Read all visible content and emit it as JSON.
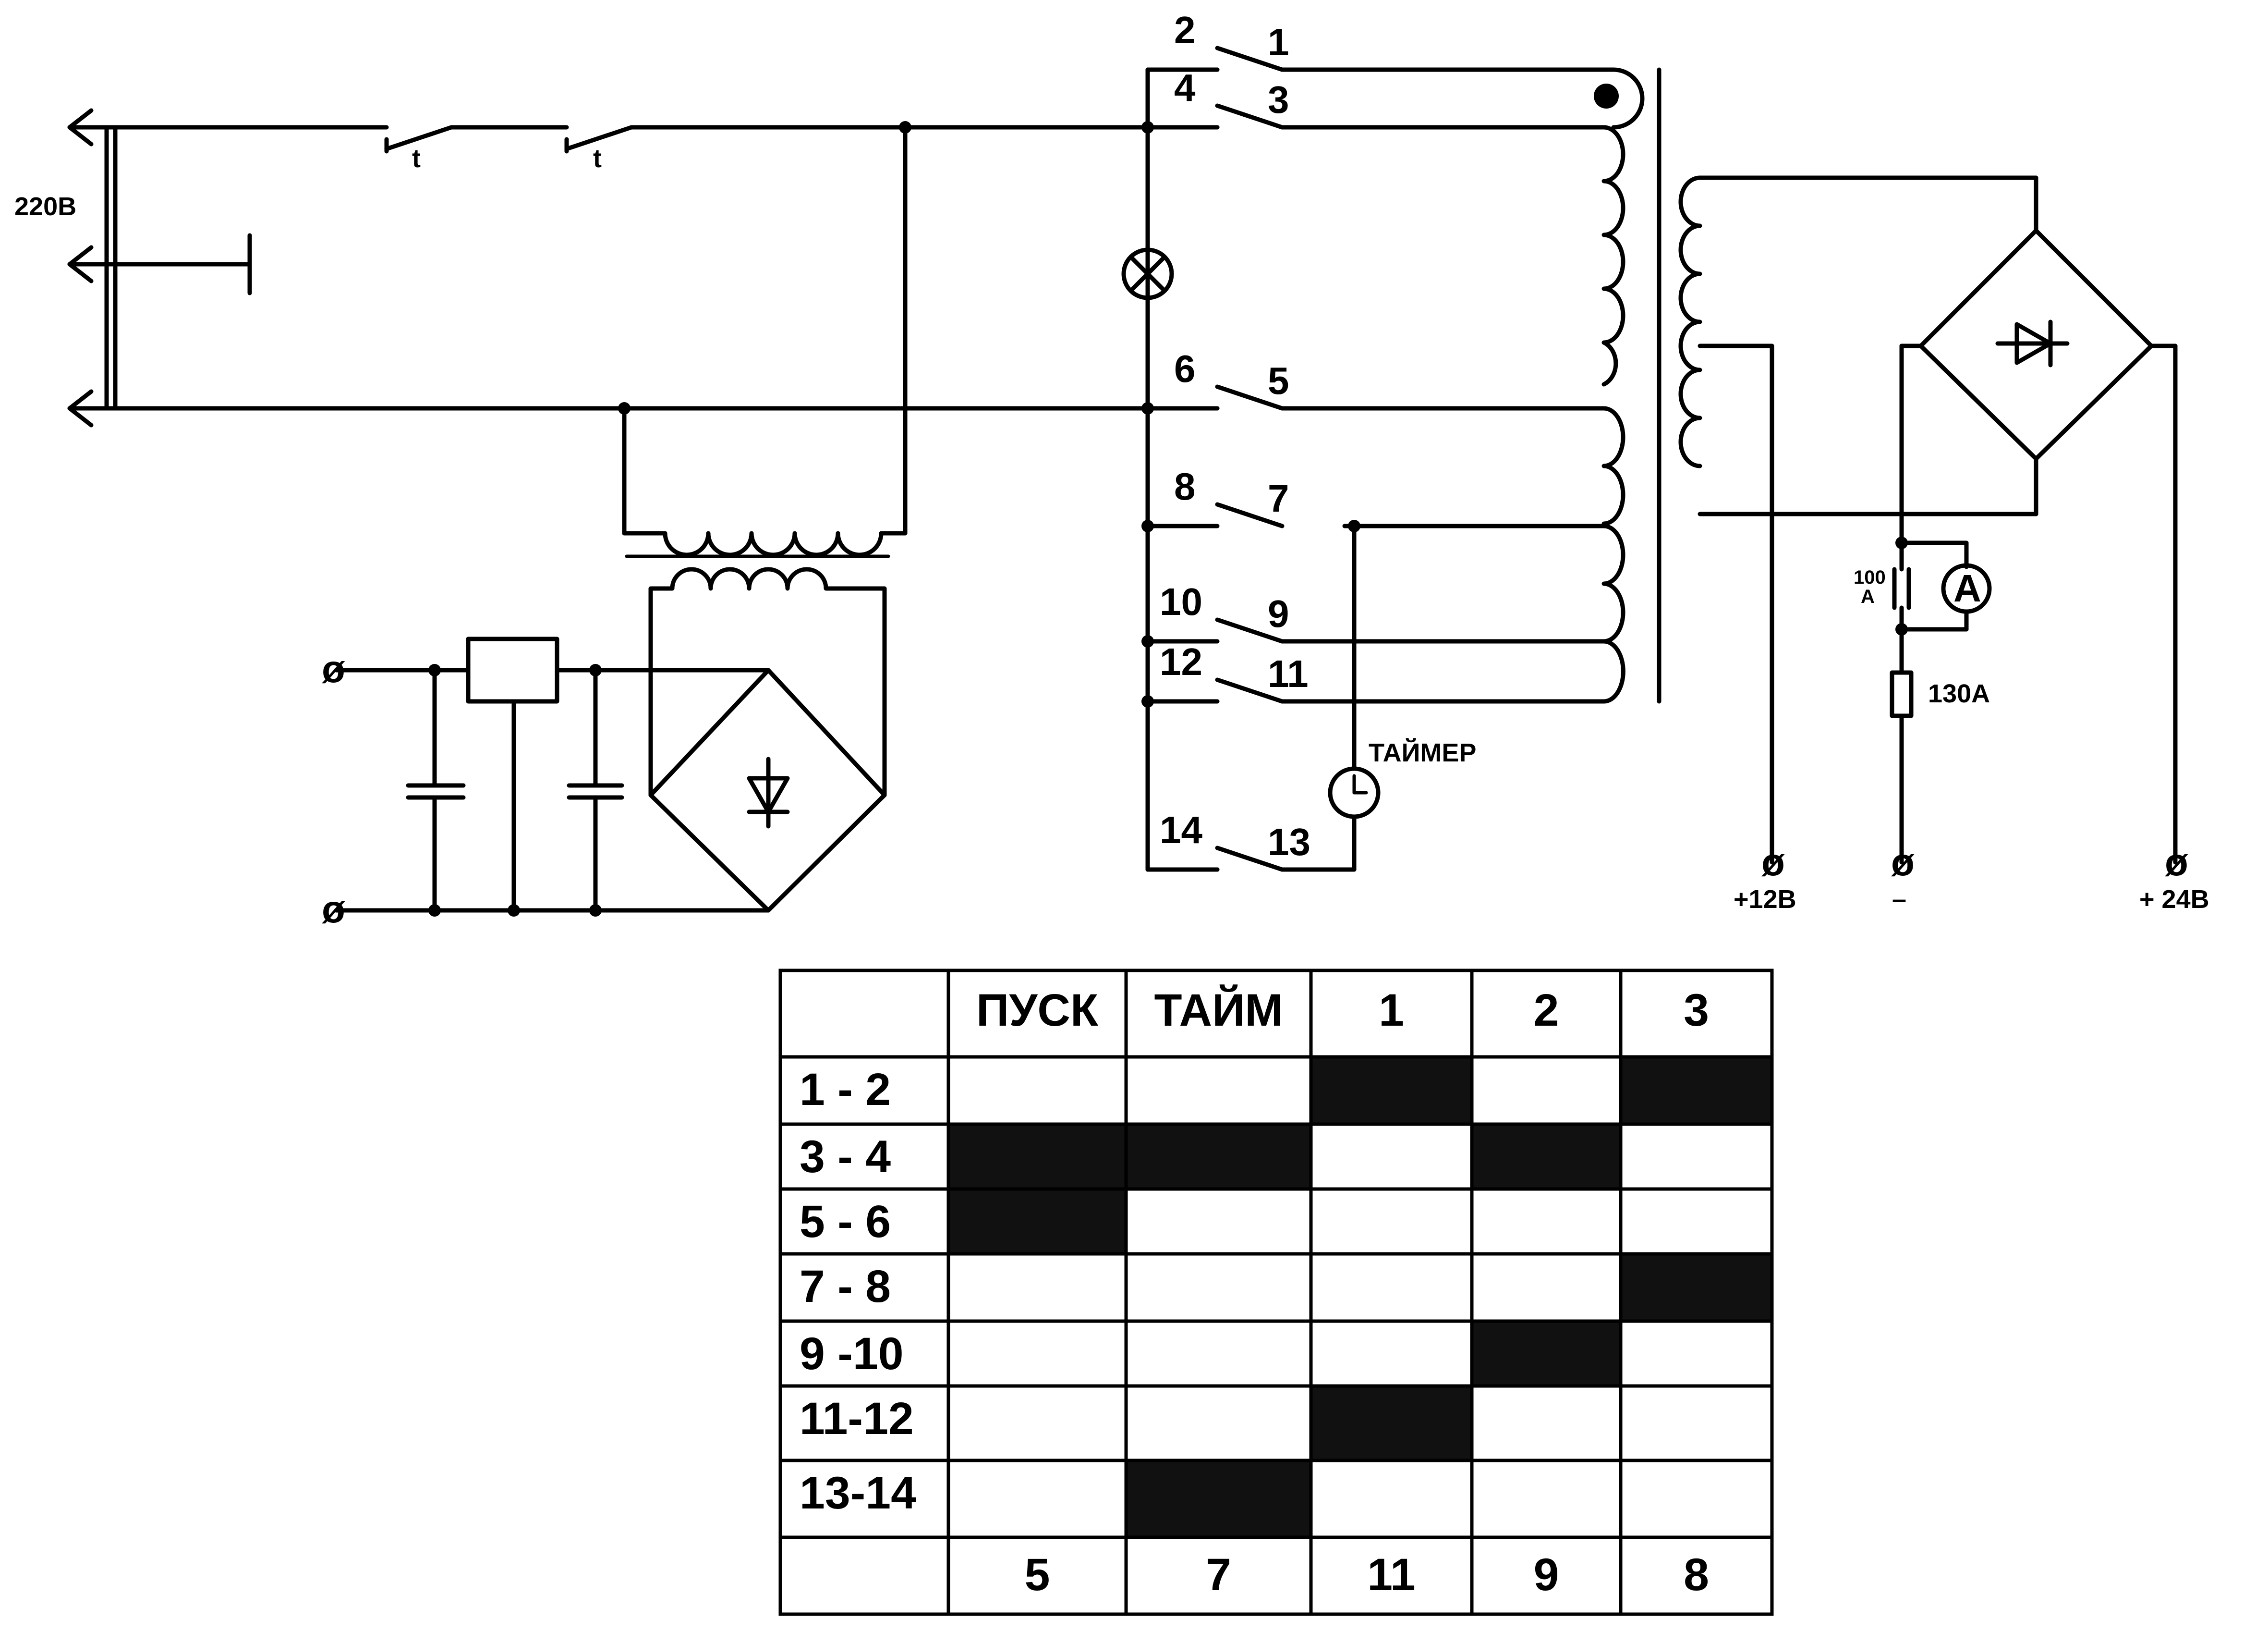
{
  "supply": {
    "voltage": "220В",
    "thermo_label": "t"
  },
  "switch": {
    "contacts": [
      {
        "left": "2",
        "right": "1"
      },
      {
        "left": "4",
        "right": "3"
      },
      {
        "left": "6",
        "right": "5"
      },
      {
        "left": "8",
        "right": "7"
      },
      {
        "left": "10",
        "right": "9"
      },
      {
        "left": "12",
        "right": "11"
      },
      {
        "left": "14",
        "right": "13"
      }
    ]
  },
  "timer": {
    "label": "ТАЙМЕР"
  },
  "secondary": {
    "shunt_top": "100",
    "shunt_bottom": "А",
    "ammeter": "A",
    "fuse": "130А",
    "terminals": {
      "plus12": "+12В",
      "minus": "–",
      "plus24": "+ 24В"
    }
  },
  "table": {
    "headers": [
      "",
      "ПУСК",
      "ТАЙМ",
      "1",
      "2",
      "3"
    ],
    "rows": [
      {
        "label": "1 - 2",
        "cells": [
          0,
          0,
          1,
          0,
          1
        ]
      },
      {
        "label": "3 - 4",
        "cells": [
          1,
          1,
          0,
          1,
          0
        ]
      },
      {
        "label": "5 - 6",
        "cells": [
          1,
          0,
          0,
          0,
          0
        ]
      },
      {
        "label": "7 - 8",
        "cells": [
          0,
          0,
          0,
          0,
          1
        ]
      },
      {
        "label": "9 -10",
        "cells": [
          0,
          0,
          0,
          1,
          0
        ]
      },
      {
        "label": "11-12",
        "cells": [
          0,
          0,
          1,
          0,
          0
        ]
      },
      {
        "label": "13-14",
        "cells": [
          0,
          1,
          0,
          0,
          0
        ]
      }
    ],
    "footer": [
      "",
      "5",
      "7",
      "11",
      "9",
      "8"
    ]
  }
}
